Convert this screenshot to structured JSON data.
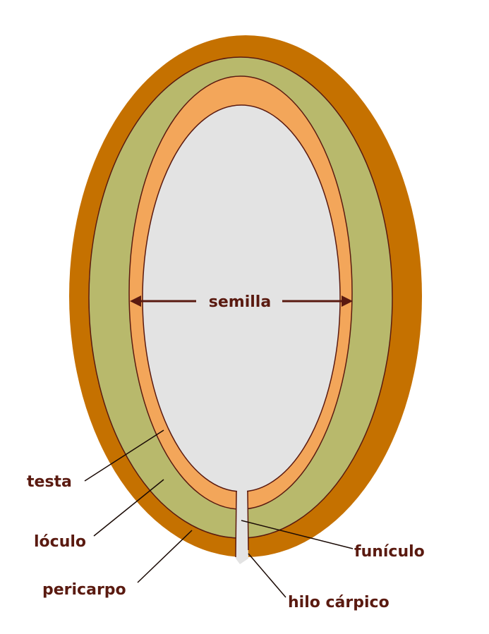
{
  "labels": {
    "seed": "semilla",
    "testa": "testa",
    "locule": "lóculo",
    "pericarp": "pericarpo",
    "funiculus": "funículo",
    "hilum": "hilo cárpico"
  },
  "colors": {
    "pericarp": "#c57100",
    "locule": "#b8b96c",
    "testa": "#f3a65a",
    "seed": "#e3e3e3",
    "outline": "#5a1a10"
  }
}
